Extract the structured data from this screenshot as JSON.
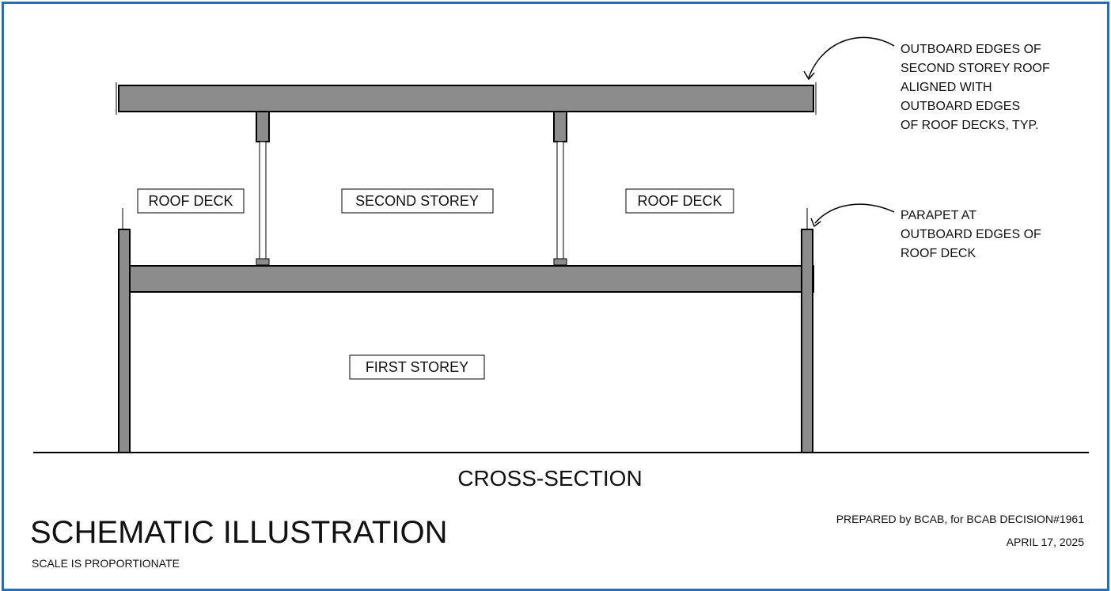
{
  "colors": {
    "frame": "#1f6fc0",
    "slab_fill": "#8c8c8c",
    "line": "#000000"
  },
  "labels": {
    "roof_deck_left": "ROOF DECK",
    "second_storey": "SECOND STOREY",
    "roof_deck_right": "ROOF DECK",
    "first_storey": "FIRST STOREY"
  },
  "annotations": {
    "roof_edges": [
      "OUTBOARD EDGES OF",
      "SECOND STOREY ROOF",
      "ALIGNED WITH",
      "OUTBOARD EDGES",
      "OF ROOF DECKS, TYP."
    ],
    "parapet": [
      "PARAPET AT",
      "OUTBOARD EDGES OF",
      "ROOF DECK"
    ]
  },
  "section_title": "CROSS-SECTION",
  "title": "SCHEMATIC ILLUSTRATION",
  "scale_note": "SCALE IS PROPORTIONATE",
  "prepared_by": "PREPARED by BCAB, for BCAB DECISION#1961",
  "date": "APRIL 17, 2025"
}
